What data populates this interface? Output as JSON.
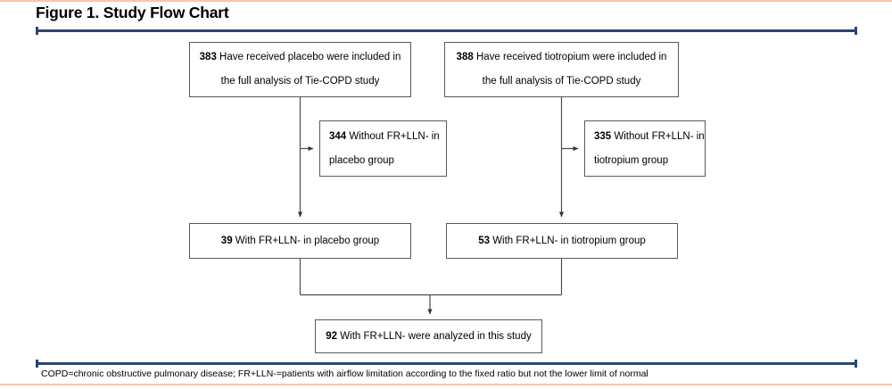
{
  "figure": {
    "title": "Figure 1. Study Flow Chart",
    "footnote": "COPD=chronic obstructive pulmonary disease; FR+LLN-=patients with airflow limitation according to the fixed ratio but not the lower limit of normal"
  },
  "colors": {
    "rule": "#2b4570",
    "edge_rule": "#f7c6ae",
    "box_border": "#595959",
    "connector": "#4d4d4d",
    "text": "#000000",
    "background": "#ffffff"
  },
  "chart_data": {
    "type": "flowchart",
    "title": "Figure 1. Study Flow Chart",
    "nodes": [
      {
        "id": "placebo-enrolled",
        "count": "383",
        "lines": [
          "Have received placebo were included in",
          "the full analysis of Tie-COPD study"
        ],
        "row": 1,
        "arm": "placebo"
      },
      {
        "id": "tiotropium-enrolled",
        "count": "388",
        "lines": [
          "Have received tiotropium were included in",
          "the full analysis of Tie-COPD study"
        ],
        "row": 1,
        "arm": "tiotropium"
      },
      {
        "id": "placebo-excluded",
        "count": "344",
        "lines": [
          "Without FR+LLN- in",
          "placebo group"
        ],
        "row": 2,
        "arm": "placebo"
      },
      {
        "id": "tiotropium-excluded",
        "count": "335",
        "lines": [
          "Without FR+LLN- in",
          "tiotropium group"
        ],
        "row": 2,
        "arm": "tiotropium"
      },
      {
        "id": "placebo-included",
        "count": "39",
        "lines": [
          "With FR+LLN- in placebo group"
        ],
        "row": 3,
        "arm": "placebo"
      },
      {
        "id": "tiotropium-included",
        "count": "53",
        "lines": [
          "With FR+LLN- in tiotropium group"
        ],
        "row": 3,
        "arm": "tiotropium"
      },
      {
        "id": "analyzed",
        "count": "92",
        "lines": [
          "With FR+LLN- were analyzed in this study"
        ],
        "row": 4,
        "arm": "combined"
      }
    ],
    "edges": [
      {
        "from": "placebo-enrolled",
        "to": "placebo-excluded",
        "style": "elbow-right-arrow"
      },
      {
        "from": "placebo-enrolled",
        "to": "placebo-included",
        "style": "down-arrow"
      },
      {
        "from": "tiotropium-enrolled",
        "to": "tiotropium-excluded",
        "style": "elbow-right-arrow"
      },
      {
        "from": "tiotropium-enrolled",
        "to": "tiotropium-included",
        "style": "down-arrow"
      },
      {
        "from": "placebo-included",
        "to": "analyzed",
        "style": "merge-down-arrow"
      },
      {
        "from": "tiotropium-included",
        "to": "analyzed",
        "style": "merge-down-arrow"
      }
    ]
  },
  "boxes": {
    "placebo_enrolled": {
      "count": "383",
      "line1": "Have received placebo were included in",
      "line2": "the full analysis of Tie-COPD study"
    },
    "tiotropium_enrolled": {
      "count": "388",
      "line1": "Have received tiotropium were included in",
      "line2": "the full analysis of Tie-COPD study"
    },
    "placebo_excluded": {
      "count": "344",
      "line1": "Without FR+LLN- in",
      "line2": "placebo group"
    },
    "tiotropium_excluded": {
      "count": "335",
      "line1": "Without FR+LLN- in",
      "line2": "tiotropium group"
    },
    "placebo_included": {
      "count": "39",
      "line1": "With FR+LLN- in placebo group"
    },
    "tiotropium_included": {
      "count": "53",
      "line1": "With FR+LLN- in tiotropium group"
    },
    "analyzed": {
      "count": "92",
      "line1": "With FR+LLN- were analyzed in this study"
    }
  }
}
